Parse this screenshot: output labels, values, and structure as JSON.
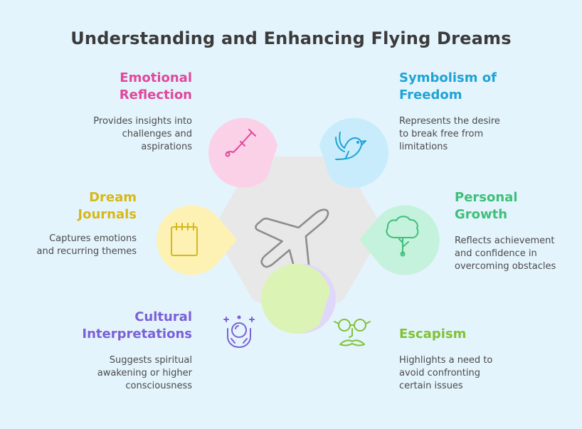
{
  "title": "Understanding and Enhancing Flying Dreams",
  "center": {
    "icon": "airplane-icon"
  },
  "items": [
    {
      "id": "emotional-reflection",
      "label_lines": [
        "Emotional",
        "Reflection"
      ],
      "desc_lines": [
        "Provides insights into",
        "challenges and",
        "aspirations"
      ],
      "icon": "quill-icon",
      "color": "#e0489b",
      "fill": "#fbd1e8"
    },
    {
      "id": "symbolism-of-freedom",
      "label_lines": [
        "Symbolism of",
        "Freedom"
      ],
      "desc_lines": [
        "Represents the desire",
        "to break free from",
        "limitations"
      ],
      "icon": "bird-icon",
      "color": "#1fa3d6",
      "fill": "#c8ecfb"
    },
    {
      "id": "dream-journals",
      "label_lines": [
        "Dream",
        "Journals"
      ],
      "desc_lines": [
        "Captures emotions",
        "and recurring themes"
      ],
      "icon": "notepad-icon",
      "color": "#d6b81a",
      "fill": "#fdf1b3"
    },
    {
      "id": "personal-growth",
      "label_lines": [
        "Personal",
        "Growth"
      ],
      "desc_lines": [
        "Reflects achievement",
        "and confidence in",
        "overcoming obstacles"
      ],
      "icon": "tree-icon",
      "color": "#3fbf7a",
      "fill": "#c4f2dc"
    },
    {
      "id": "cultural-interpretations",
      "label_lines": [
        "Cultural",
        "Interpretations"
      ],
      "desc_lines": [
        "Suggests spiritual",
        "awakening or higher",
        "consciousness"
      ],
      "icon": "crystal-ball-icon",
      "color": "#7a60d8",
      "fill": "#e0d8fa"
    },
    {
      "id": "escapism",
      "label_lines": [
        "Escapism"
      ],
      "desc_lines": [
        "Highlights a need to",
        "avoid confronting",
        "certain issues"
      ],
      "icon": "disguise-glasses-icon",
      "color": "#7fc236",
      "fill": "#dcf3b6"
    }
  ]
}
